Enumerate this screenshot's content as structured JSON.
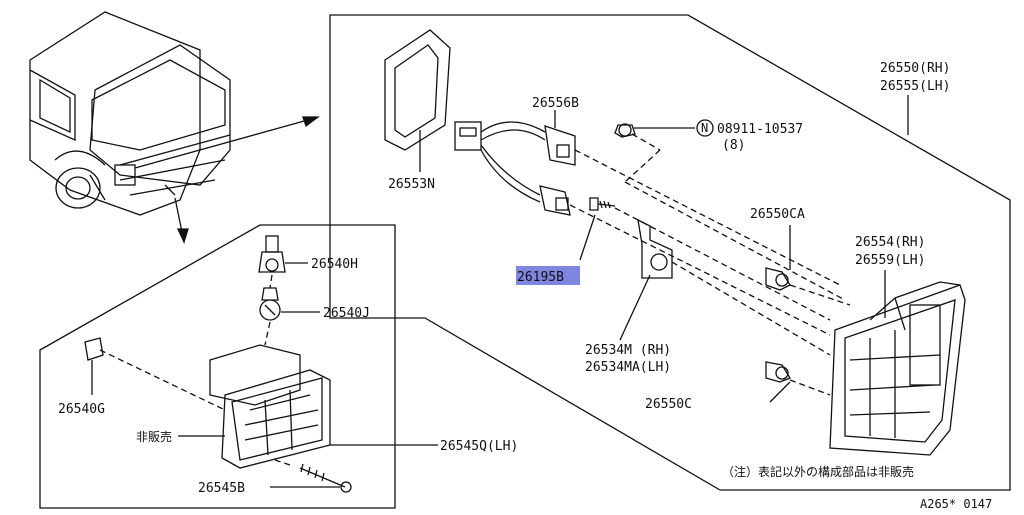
{
  "diagram": {
    "labels": {
      "p26550": "26550(RH)",
      "p26555": "26555(LH)",
      "p26556B": "26556B",
      "n_bolt": "08911-10537",
      "n_bolt_qty": "(8)",
      "n_symbol": "N",
      "p26553N": "26553N",
      "p26550CA": "26550CA",
      "p26554": "26554(RH)",
      "p26559": "26559(LH)",
      "p26195B": "26195B",
      "p26534M": "26534M (RH)",
      "p26534MA": "26534MA(LH)",
      "p26550C": "26550C",
      "p26540H": "26540H",
      "p26540J": "26540J",
      "p26540G": "26540G",
      "not_sold": "非販売",
      "p26545Q": "26545Q(LH)",
      "p26545B": "26545B",
      "note": "（注）表記以外の構成部品は非販売",
      "ref": "A265* 0147"
    },
    "highlight_color": "#7f86e0"
  }
}
